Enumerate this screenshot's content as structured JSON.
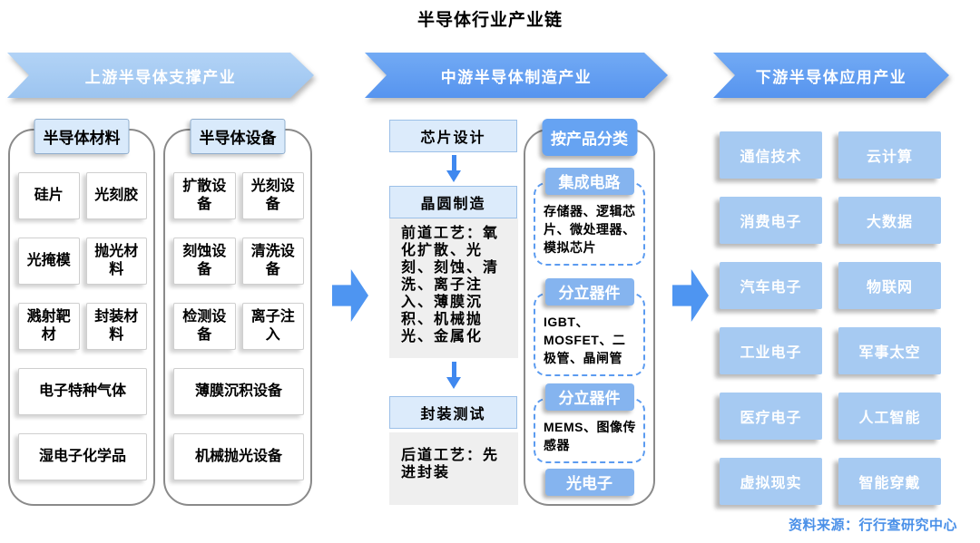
{
  "title": "半导体行业产业链",
  "source_note": "资料来源：行行查研究中心",
  "colors": {
    "banner_light": "#a6ccf4",
    "banner_dark": "#5f9ef2",
    "tab_light_bg": "#d9eafb",
    "step_box_bg": "#dcebfb",
    "note_box_bg": "#efefef",
    "category_tab_bg": "#66a3f2",
    "category_label_bg": "#85b4ef",
    "app_box_bg": "#a6caf2",
    "arrow_blue": "#4e95f1",
    "source_text": "#4a90e8"
  },
  "upstream": {
    "banner": "上游半导体支撑产业",
    "groups": [
      {
        "tab": "半导体材料",
        "grid": [
          "硅片",
          "光刻胶",
          "光掩模",
          "抛光材料",
          "溅射靶材",
          "封装材料"
        ],
        "wide": [
          "电子特种气体",
          "湿电子化学品"
        ]
      },
      {
        "tab": "半导体设备",
        "grid": [
          "扩散设备",
          "光刻设备",
          "刻蚀设备",
          "清洗设备",
          "检测设备",
          "离子注入"
        ],
        "wide": [
          "薄膜沉积设备",
          "机械抛光设备"
        ]
      }
    ]
  },
  "midstream": {
    "banner": "中游半导体制造产业",
    "flow": [
      {
        "step": "芯片设计"
      },
      {
        "step": "晶圆制造",
        "note": "前道工艺：氧化扩散、光刻、刻蚀、清洗、离子注入、薄膜沉积、机械抛光、金属化"
      },
      {
        "step": "封装测试",
        "note": "后道工艺：先进封装"
      }
    ],
    "classification": {
      "tab": "按产品分类",
      "categories": [
        {
          "label": "集成电路",
          "detail": "存储器、逻辑芯片、微处理器、模拟芯片"
        },
        {
          "label": "分立器件",
          "detail": "IGBT、MOSFET、二极管、晶闸管"
        },
        {
          "label": "分立器件",
          "detail": "MEMS、图像传感器"
        },
        {
          "label": "光电子",
          "detail": ""
        }
      ]
    }
  },
  "downstream": {
    "banner": "下游半导体应用产业",
    "apps": [
      "通信技术",
      "云计算",
      "消费电子",
      "大数据",
      "汽车电子",
      "物联网",
      "工业电子",
      "军事太空",
      "医疗电子",
      "人工智能",
      "虚拟现实",
      "智能穿戴"
    ]
  }
}
